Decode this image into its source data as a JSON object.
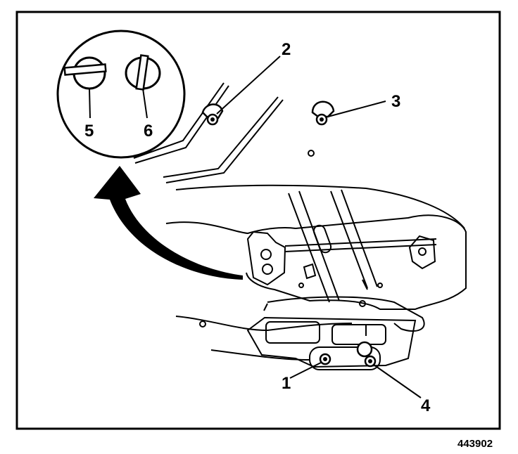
{
  "figure": {
    "figure_number": "443902"
  },
  "callouts": {
    "c1": "1",
    "c2": "2",
    "c3": "3",
    "c4": "4",
    "c5": "5",
    "c6": "6"
  },
  "colors": {
    "ink": "#000000",
    "paper": "#ffffff"
  },
  "icons": {
    "detail": "clip-orientation-detail-icon",
    "arrow": "rotate-arrow-icon"
  }
}
